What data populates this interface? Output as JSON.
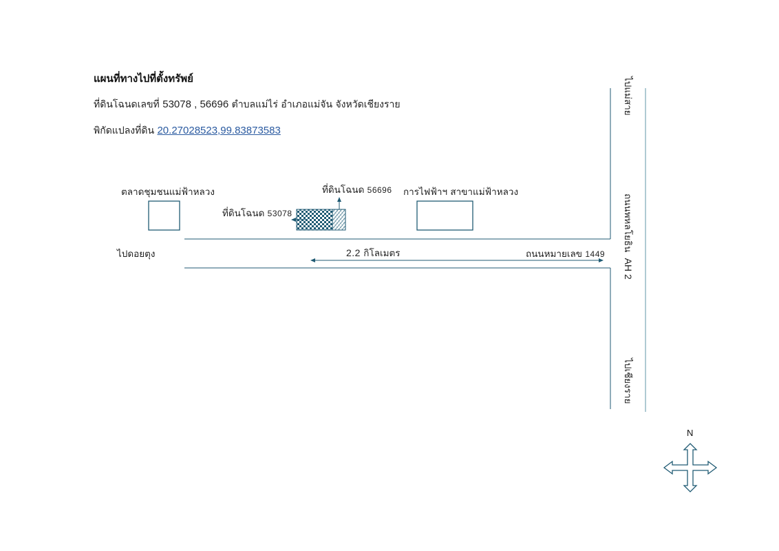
{
  "header": {
    "title": "แผนที่ทางไปที่ตั้งทรัพย์",
    "deed_prefix": "ที่ดินโฉนดเลขที่",
    "deed_numbers": "53078 , 56696",
    "location": "ตำบลแม่ไร่  อำเภอแม่จัน  จังหวัดเชียงราย",
    "coord_prefix": "พิกัดแปลงที่ดิน",
    "coordinates": "20.27028523,99.83873583"
  },
  "map": {
    "landmark_left": "ตลาดชุมชนแม่ฟ้าหลวง",
    "landmark_right": "การไฟฟ้าฯ สาขาแม่ฟ้าหลวง",
    "parcel_a_label": "ที่ดินโฉนด",
    "parcel_a_number": "53078",
    "parcel_b_label": "ที่ดินโฉนด",
    "parcel_b_number": "56696",
    "to_doi_tung": "ไปดอยตุง",
    "distance": "2.2",
    "distance_unit": "กิโลเมตร",
    "road_name": "ถนนหมายเลข",
    "road_number": "1449",
    "to_mae_sai": "ไปแม่สาย",
    "highway_name": "ถนนพหลโยธิน",
    "highway_code": "AH 2",
    "to_chiang_rai": "ไปเชียงราย",
    "north": "N"
  },
  "colors": {
    "map_line": "#1f5a73",
    "road_line": "#7aa6b6",
    "link": "#2a5aa0"
  }
}
